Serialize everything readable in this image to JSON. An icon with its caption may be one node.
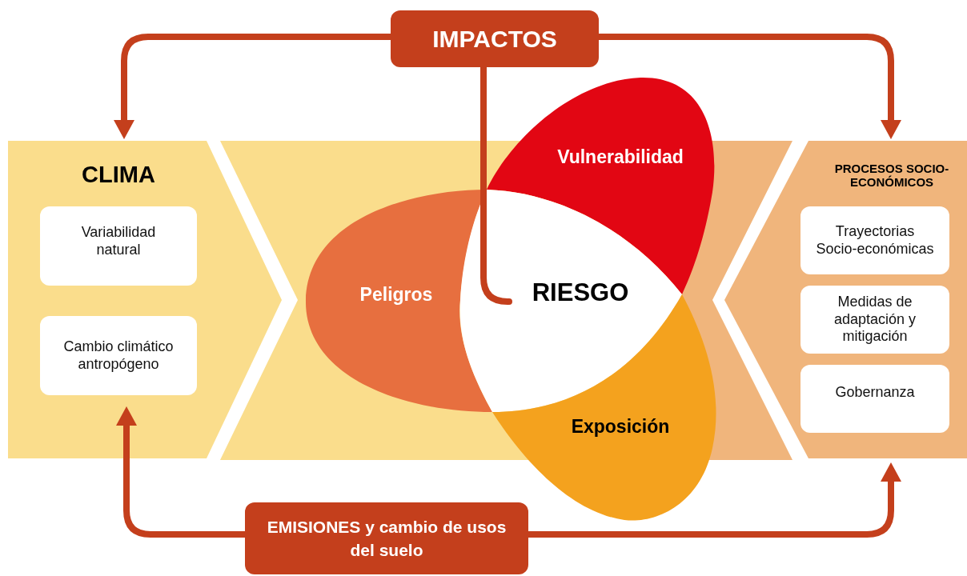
{
  "diagram": {
    "nodes": [
      {
        "text": [
          "IMPACTOS"
        ]
      },
      {
        "text": [
          "CLIMA"
        ]
      },
      {
        "text": [
          "Variabilidad natural"
        ],
        "in": 1
      },
      {
        "text": [
          "Cambio climático antropógeno"
        ],
        "in": 1
      },
      {
        "text": [
          "Vulnerabilidad"
        ]
      },
      {
        "text": [
          "Peligros"
        ]
      },
      {
        "text": [
          "RIESGO"
        ]
      },
      {
        "text": [
          "Exposición"
        ]
      },
      {
        "text": [
          "PROCESOS SOCIO-ECONÓMICOS"
        ]
      },
      {
        "text": [
          "Trayectorias Socio-económicas"
        ],
        "in": 8
      },
      {
        "text": [
          "Medidas de adaptación y mitigación"
        ],
        "in": 8
      },
      {
        "text": [
          "Gobernanza"
        ],
        "in": 8
      },
      {
        "text": [
          "EMISIONES y cambio de usos del suelo"
        ]
      }
    ],
    "edges": [
      {
        "from": 0,
        "to": 1,
        "arrow": "to"
      },
      {
        "from": 0,
        "to": 8,
        "arrow": "to"
      },
      {
        "from": 0,
        "to": 6,
        "arrow": "none"
      },
      {
        "from": 12,
        "to": 1,
        "arrow": "to"
      },
      {
        "from": 12,
        "to": 8,
        "arrow": "to"
      }
    ]
  }
}
